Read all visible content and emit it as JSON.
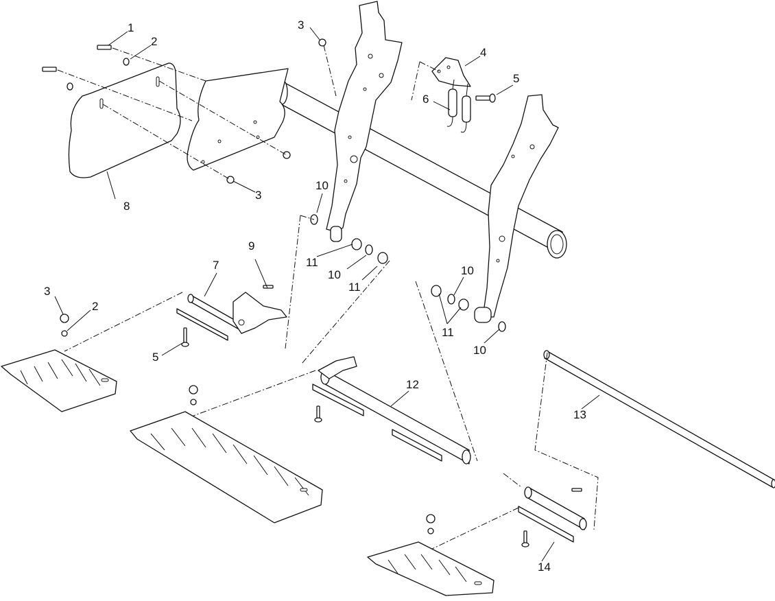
{
  "callouts": [
    {
      "id": "c1",
      "text": "1"
    },
    {
      "id": "c2a",
      "text": "2"
    },
    {
      "id": "c3a",
      "text": "3"
    },
    {
      "id": "c4",
      "text": "4"
    },
    {
      "id": "c5a",
      "text": "5"
    },
    {
      "id": "c6",
      "text": "6"
    },
    {
      "id": "c3b",
      "text": "3"
    },
    {
      "id": "c8",
      "text": "8"
    },
    {
      "id": "c10a",
      "text": "10"
    },
    {
      "id": "c9",
      "text": "9"
    },
    {
      "id": "c7",
      "text": "7"
    },
    {
      "id": "c11a",
      "text": "11"
    },
    {
      "id": "c10b",
      "text": "10"
    },
    {
      "id": "c11b",
      "text": "11"
    },
    {
      "id": "c3c",
      "text": "3"
    },
    {
      "id": "c2b",
      "text": "2"
    },
    {
      "id": "c5b",
      "text": "5"
    },
    {
      "id": "c10c",
      "text": "10"
    },
    {
      "id": "c11c",
      "text": "11"
    },
    {
      "id": "c10d",
      "text": "10"
    },
    {
      "id": "c12",
      "text": "12"
    },
    {
      "id": "c13",
      "text": "13"
    },
    {
      "id": "c14",
      "text": "14"
    }
  ]
}
